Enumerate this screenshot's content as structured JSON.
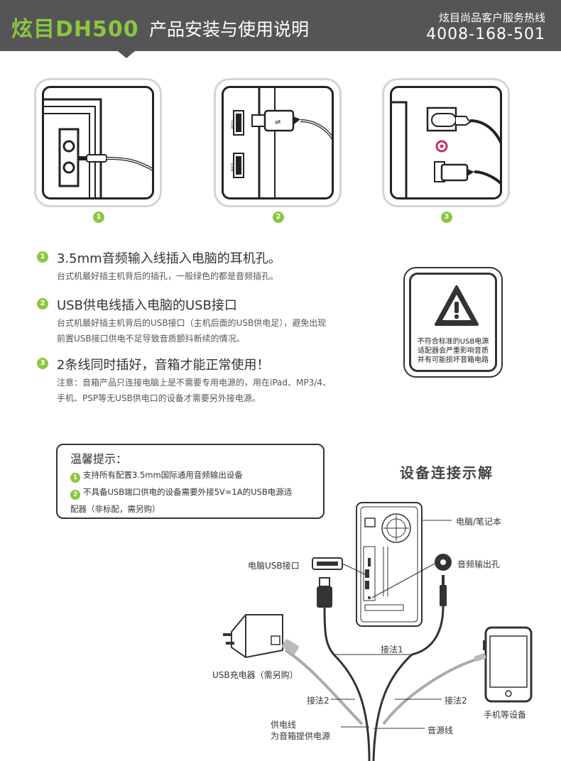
{
  "header": {
    "brand": "炫目DH500",
    "title": "产品安装与使用说明",
    "hotline_label": "炫目尚品客户服务热线",
    "hotline_number": "4008-168-501"
  },
  "photos": [
    {
      "number": "1"
    },
    {
      "number": "2",
      "port_labels": [
        "USB",
        "USB"
      ]
    },
    {
      "number": "3"
    }
  ],
  "steps": [
    {
      "number": "1",
      "heading": "3.5mm音频输入线插入电脑的耳机孔。",
      "lines": [
        "台式机最好插主机背后的插孔，一般绿色的都是音频插孔。"
      ]
    },
    {
      "number": "2",
      "heading": "USB供电线插入电脑的USB接口",
      "lines": [
        "台式机最好插主机背后的USB接口（主机后面的USB供电足），避免出现",
        "前置USB接口供电不足导致音质颤抖断续的情况。"
      ]
    },
    {
      "number": "3",
      "heading": "2条线同时插好，音箱才能正常使用！",
      "lines": [
        "注意：音箱产品只连接电脑上是不需要专用电源的，用在iPad、MP3/4、",
        "手机、PSP等无USB供电口的设备才需要另外接电源。"
      ]
    }
  ],
  "warning": {
    "lines": [
      "不符合标准的USB电源",
      "适配器会严重影响音质",
      "并有可能损坏音箱电路"
    ]
  },
  "tips": {
    "title": "温馨提示：",
    "items": [
      {
        "number": "1",
        "text": "支持所有配置3.5mm国际通用音频输出设备"
      },
      {
        "number": "2",
        "text": "不具备USB端口供电的设备需要外接5V=1A的USB电源适"
      }
    ],
    "continuation": "配器（非标配，需另购）"
  },
  "diagram": {
    "title": "设备连接示解",
    "labels": {
      "computer": "电脑/笔记本",
      "usb_port": "电脑USB接口",
      "audio_out": "音频输出孔",
      "method1": "接法1",
      "charger": "USB充电器（需另购）",
      "method2_left": "接法2",
      "method2_right": "接法2",
      "phone": "手机等设备",
      "power_line_1": "供电线",
      "power_line_2": "为音箱提供电源",
      "audio_line": "音源线"
    }
  }
}
